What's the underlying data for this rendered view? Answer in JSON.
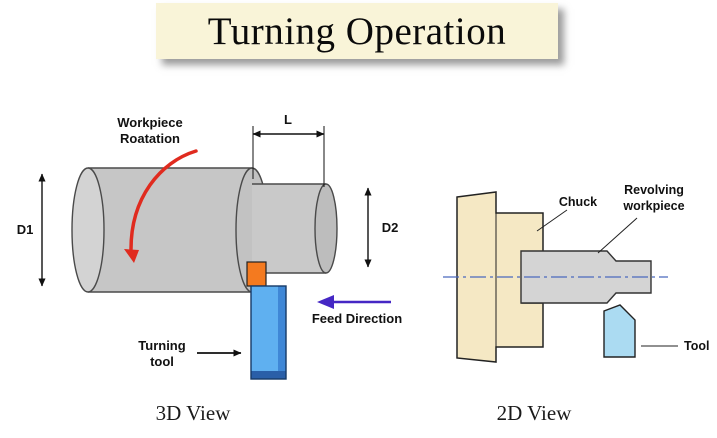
{
  "title": "Turning Operation",
  "view_3d": {
    "caption": "3D View",
    "workpiece_rotation": {
      "line1": "Workpiece",
      "line2": "Roatation"
    },
    "dimensions": {
      "d1": "D1",
      "l": "L",
      "d2": "D2"
    },
    "feed_direction": "Feed Direction",
    "turning_tool": {
      "line1": "Turning",
      "line2": "tool"
    }
  },
  "view_2d": {
    "caption": "2D View",
    "chuck": "Chuck",
    "revolving_workpiece": {
      "line1": "Revolving",
      "line2": "workpiece"
    },
    "tool": "Tool"
  },
  "colors": {
    "banner_bg": "#f9f4d8",
    "rotation_red": "#e02b1f",
    "feed_purple": "#4527c4",
    "insert_orange": "#f47a1f",
    "tool_blue_3d": "#5fb0f0",
    "tool_blue_2d": "#abdbf2",
    "chuck_cream": "#f5e8c4",
    "workpiece_gray": "#c6c6c6",
    "workpiece_gray_2d": "#d4d4d4"
  }
}
